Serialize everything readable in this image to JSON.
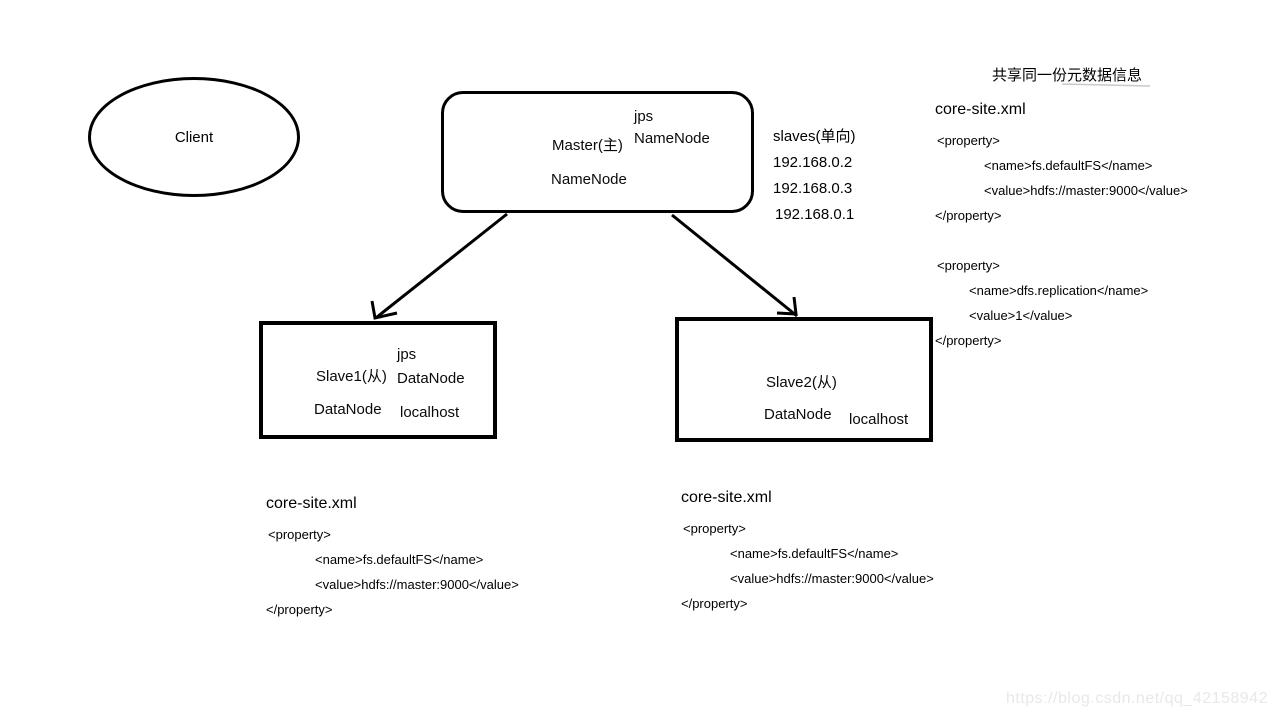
{
  "diagram": {
    "client": {
      "label": "Client"
    },
    "master": {
      "title": "Master(主)",
      "jps_cmd": "jps",
      "jps_output": "NameNode",
      "daemon": "NameNode"
    },
    "slaves_list": {
      "title": "slaves(单向)",
      "ips": [
        "192.168.0.2",
        "192.168.0.3",
        "192.168.0.1"
      ]
    },
    "shared_note": "共享同一份元数据信息",
    "slave1": {
      "title": "Slave1(从)",
      "jps_cmd": "jps",
      "jps_output": "DataNode",
      "daemon": "DataNode",
      "host": "localhost"
    },
    "slave2": {
      "title": "Slave2(从)",
      "daemon": "DataNode",
      "host": "localhost"
    },
    "master_config": {
      "title": "core-site.xml",
      "lines": [
        "<property>",
        "<name>fs.defaultFS</name>",
        "<value>hdfs://master:9000</value>",
        "</property>",
        "",
        "<property>",
        "<name>dfs.replication</name>",
        "<value>1</value>",
        "</property>"
      ]
    },
    "slave1_config": {
      "title": "core-site.xml",
      "lines": [
        "<property>",
        "<name>fs.defaultFS</name>",
        "<value>hdfs://master:9000</value>",
        "</property>"
      ]
    },
    "slave2_config": {
      "title": "core-site.xml",
      "lines": [
        "<property>",
        "<name>fs.defaultFS</name>",
        "<value>hdfs://master:9000</value>",
        "</property>"
      ]
    },
    "watermark": "https://blog.csdn.net/qq_42158942",
    "colors": {
      "ink": "#000000",
      "background": "#ffffff",
      "watermark": "#e8e8e8"
    }
  }
}
